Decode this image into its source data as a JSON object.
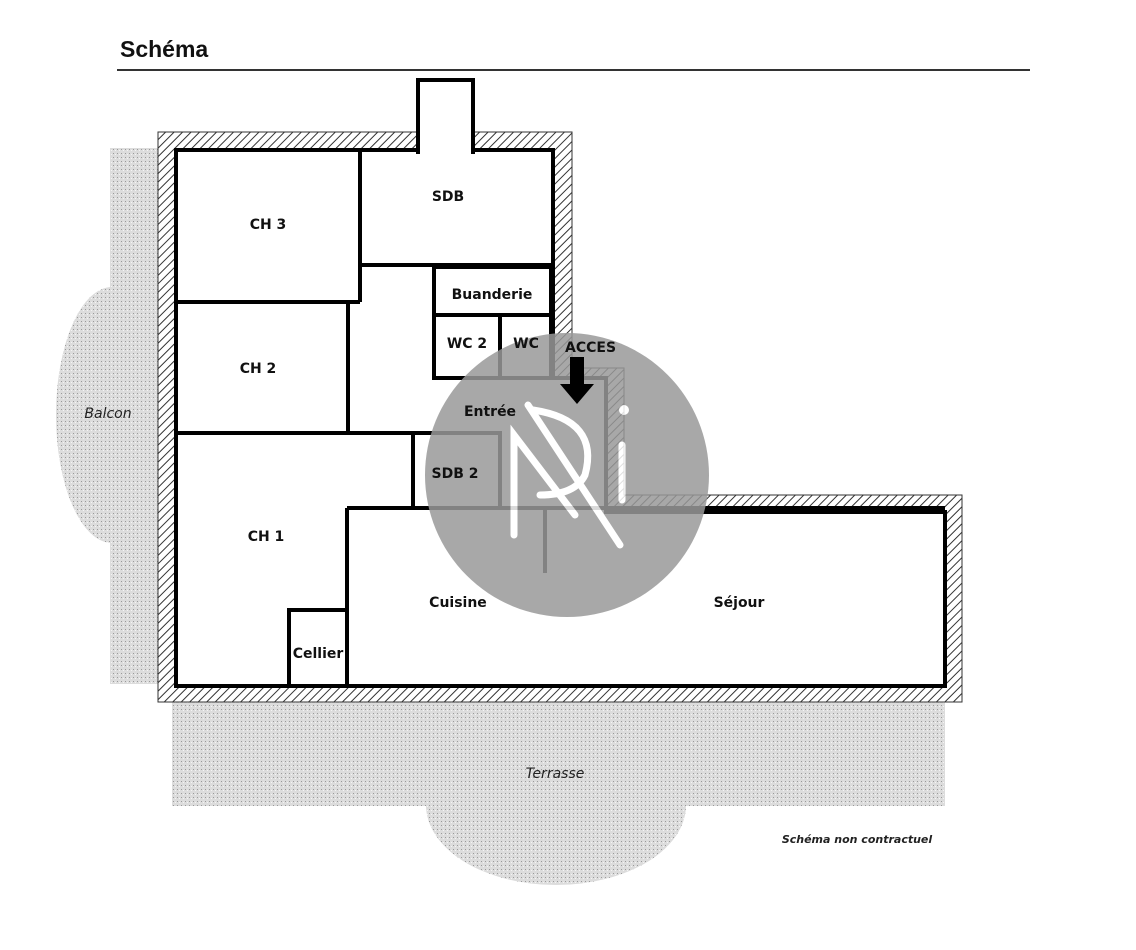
{
  "title": "Schéma",
  "rooms": {
    "ch3": "CH 3",
    "sdb": "SDB",
    "buanderie": "Buanderie",
    "wc2": "WC 2",
    "wc": "WC",
    "ch2": "CH 2",
    "entree": "Entrée",
    "sdb2": "SDB 2",
    "ch1": "CH 1",
    "cuisine": "Cuisine",
    "sejour": "Séjour",
    "cellier": "Cellier"
  },
  "outdoor": {
    "balcon": "Balcon",
    "terrasse": "Terrasse"
  },
  "access_label": "ACCES",
  "disclaimer": "Schéma non contractuel",
  "watermark": {
    "text": "Ri",
    "color": "#999999"
  }
}
